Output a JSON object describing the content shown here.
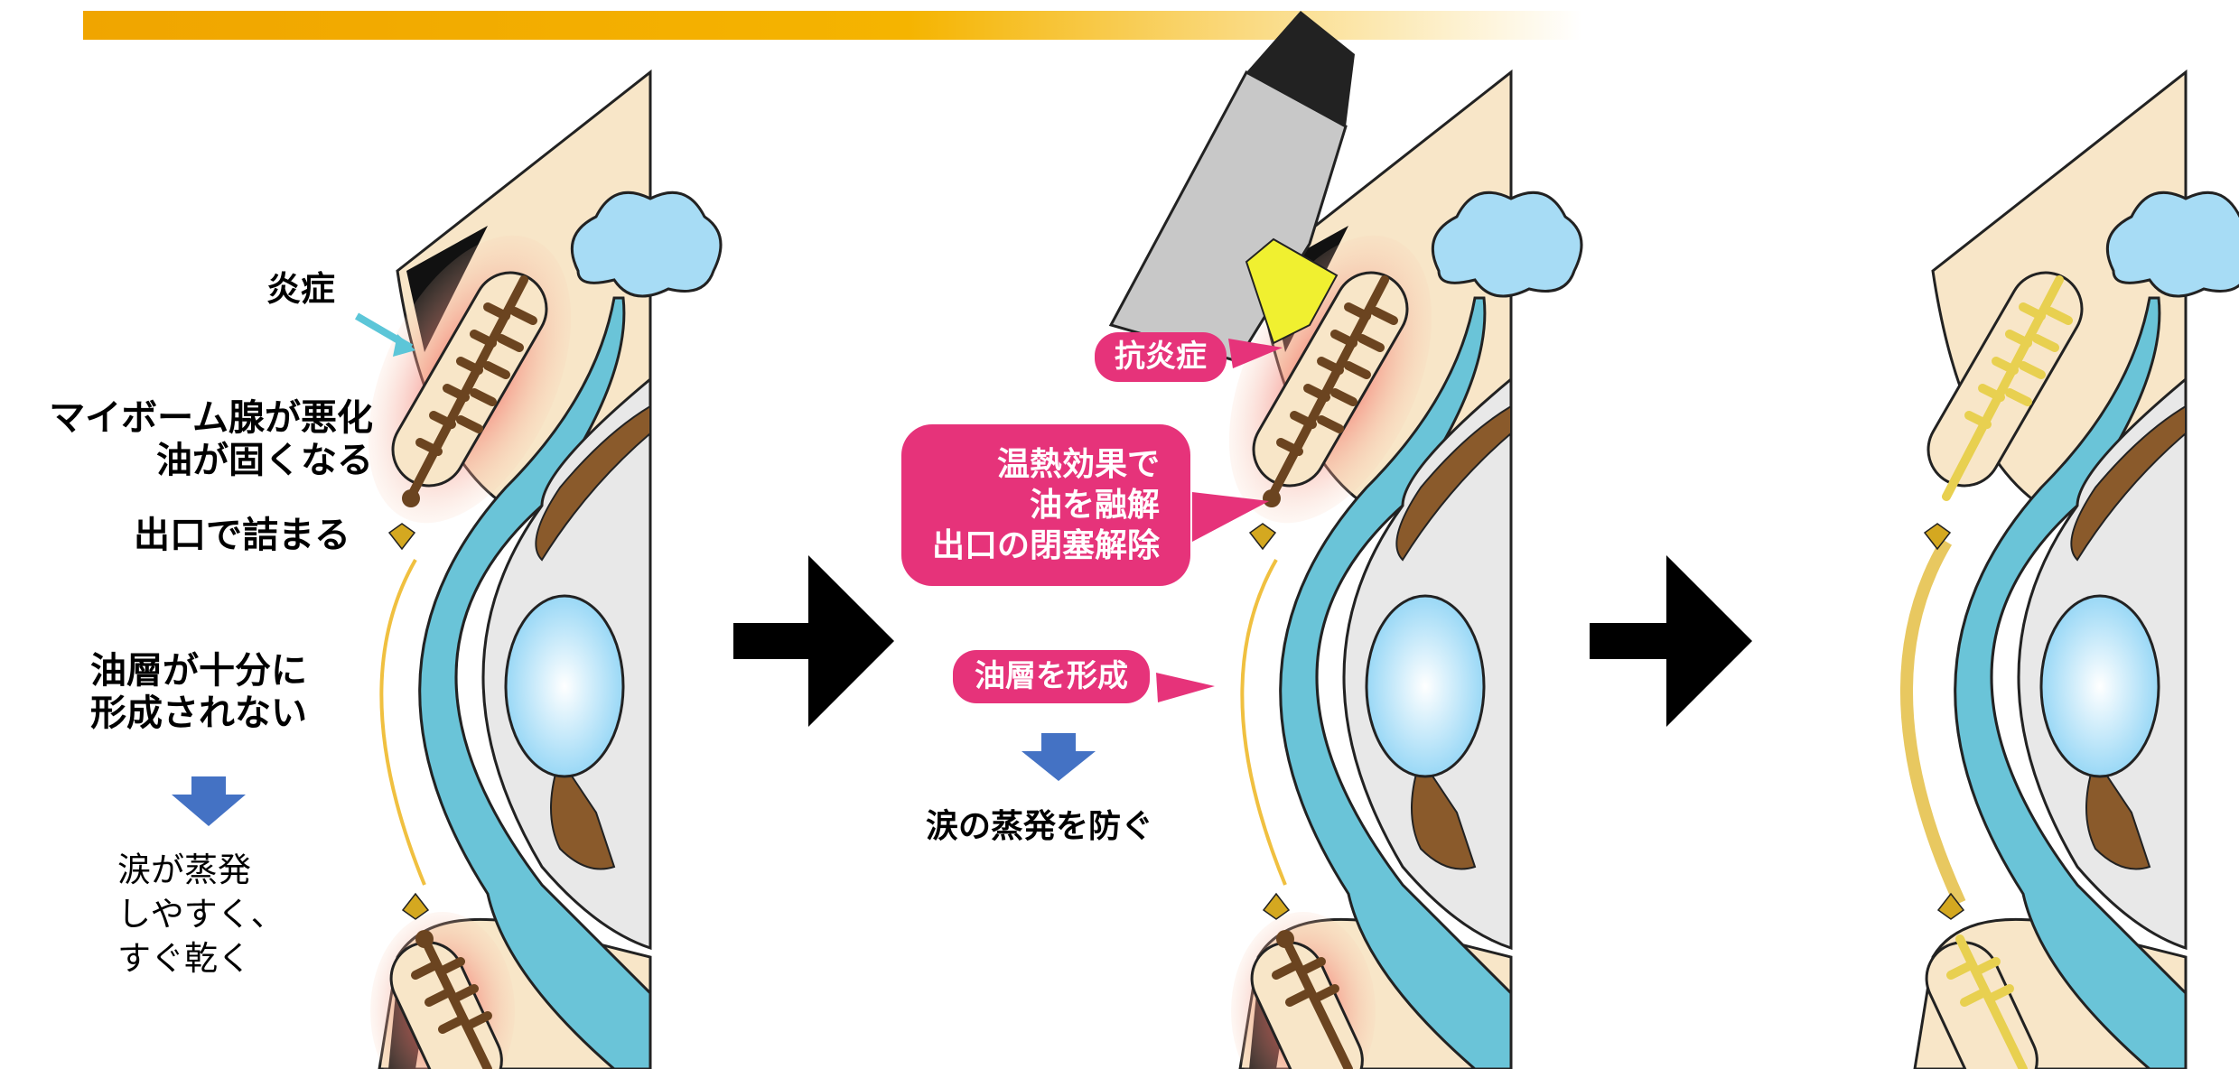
{
  "panel1": {
    "inflammation": "炎症",
    "gland": "マイボーム腺が悪化\n油が固くなる",
    "outlet": "出口で詰まる",
    "oil_layer": "油層が十分に\n形成されない",
    "result": "涙が蒸発\nしやすく、\nすぐ乾く"
  },
  "panel2": {
    "anti_inflammation": "抗炎症",
    "heat_effect": "温熱効果で\n油を融解\n出口の閉塞解除",
    "form_oil": "油層を形成",
    "result": "涙の蒸発を防ぐ"
  },
  "colors": {
    "bar": "#f5b400",
    "callout": "#e6337a",
    "tear": "#6ac4d8",
    "skin": "#f8e6c8",
    "gland_bad": "#8a5a2b",
    "gland_good": "#e8d050",
    "arrow": "#4472c4"
  }
}
